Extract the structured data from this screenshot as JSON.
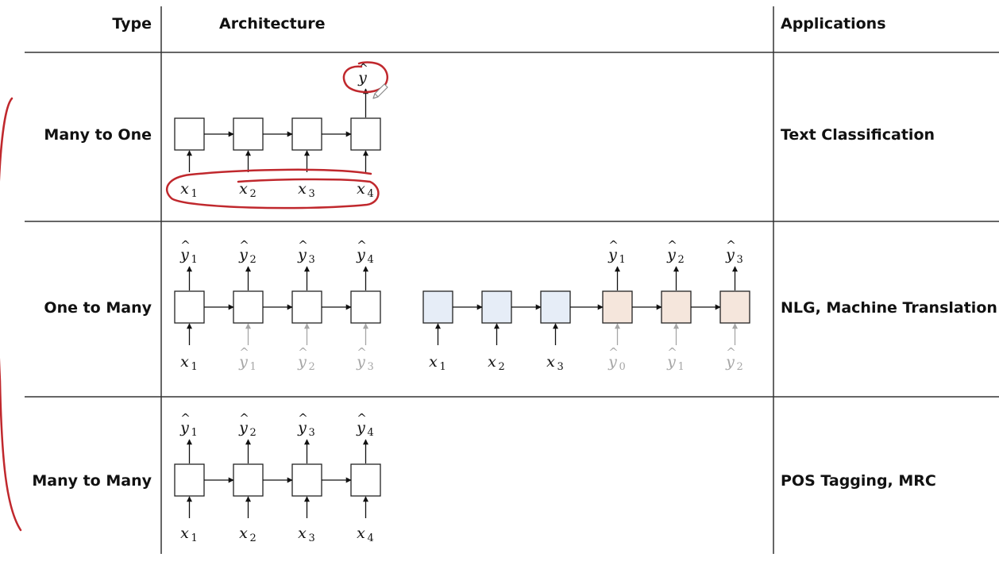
{
  "header": {
    "type": "Type",
    "architecture": "Architecture",
    "applications": "Applications"
  },
  "rows": [
    {
      "type": "Many to One",
      "application": "Text Classification"
    },
    {
      "type": "One to Many",
      "application": "NLG, Machine Translation"
    },
    {
      "type": "Many to Many",
      "application": "POS Tagging, MRC"
    }
  ],
  "colors": {
    "encoder_cell": "#e6edf7",
    "decoder_cell": "#f5e6dc",
    "grey_label": "#a6a6a6",
    "annotation_red": "#c0282d"
  },
  "diagrams": {
    "many_to_one": {
      "inputs": [
        {
          "base": "x",
          "sub": "1"
        },
        {
          "base": "x",
          "sub": "2"
        },
        {
          "base": "x",
          "sub": "3"
        },
        {
          "base": "x",
          "sub": "4"
        }
      ],
      "output": {
        "base": "y",
        "hat": true,
        "sub": ""
      }
    },
    "one_to_many": {
      "inputs": [
        {
          "base": "x",
          "sub": "1",
          "grey": false
        },
        {
          "base": "y",
          "hat": true,
          "sub": "1",
          "grey": true
        },
        {
          "base": "y",
          "hat": true,
          "sub": "2",
          "grey": true
        },
        {
          "base": "y",
          "hat": true,
          "sub": "3",
          "grey": true
        }
      ],
      "outputs": [
        {
          "base": "y",
          "hat": true,
          "sub": "1"
        },
        {
          "base": "y",
          "hat": true,
          "sub": "2"
        },
        {
          "base": "y",
          "hat": true,
          "sub": "3"
        },
        {
          "base": "y",
          "hat": true,
          "sub": "4"
        }
      ]
    },
    "seq2seq": {
      "encoder_inputs": [
        {
          "base": "x",
          "sub": "1"
        },
        {
          "base": "x",
          "sub": "2"
        },
        {
          "base": "x",
          "sub": "3"
        }
      ],
      "decoder_inputs": [
        {
          "base": "y",
          "hat": true,
          "sub": "0"
        },
        {
          "base": "y",
          "hat": true,
          "sub": "1"
        },
        {
          "base": "y",
          "hat": true,
          "sub": "2"
        }
      ],
      "decoder_outputs": [
        {
          "base": "y",
          "hat": true,
          "sub": "1"
        },
        {
          "base": "y",
          "hat": true,
          "sub": "2"
        },
        {
          "base": "y",
          "hat": true,
          "sub": "3"
        }
      ]
    },
    "many_to_many": {
      "inputs": [
        {
          "base": "x",
          "sub": "1"
        },
        {
          "base": "x",
          "sub": "2"
        },
        {
          "base": "x",
          "sub": "3"
        },
        {
          "base": "x",
          "sub": "4"
        }
      ],
      "outputs": [
        {
          "base": "y",
          "hat": true,
          "sub": "1"
        },
        {
          "base": "y",
          "hat": true,
          "sub": "2"
        },
        {
          "base": "y",
          "hat": true,
          "sub": "3"
        },
        {
          "base": "y",
          "hat": true,
          "sub": "4"
        }
      ]
    }
  }
}
